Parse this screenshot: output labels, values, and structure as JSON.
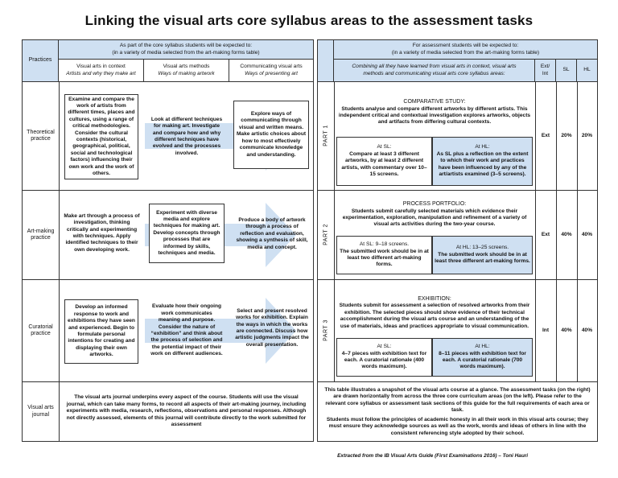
{
  "title": "Linking the visual arts core syllabus areas to the assessment tasks",
  "left_header": {
    "practices_label": "Practices",
    "intro": "As part of the core syllabus students will be expected to:\n(in a variety of media selected from the art-making forms table)",
    "columns": [
      {
        "title": "Visual arts in context",
        "subtitle": "Artists and why they make art"
      },
      {
        "title": "Visual arts methods",
        "subtitle": "Ways of making artwork"
      },
      {
        "title": "Communicating visual arts",
        "subtitle": "Ways of presenting art"
      }
    ]
  },
  "right_header": {
    "intro": "For assessment students will be expected to:\n(in a variety of media selected from the art-making forms table)",
    "combining": "Combining all they have learned from visual arts in context, visual arts methods and communicating visual arts core syllabus areas:",
    "ext_int": "Ext/\nInt",
    "sl": "SL",
    "hl": "HL"
  },
  "rows": [
    {
      "practice": "Theoretical practice",
      "context": "Examine and compare the work of artists from different times, places and cultures, using a range of critical methodologies. Consider the cultural contexts (historical, geographical, political, social and technological factors) influencing their own work and the work of others.",
      "methods": "Look at different techniques for making art. Investigate and compare how and why different techniques have evolved and the processes involved.",
      "communicating": "Explore ways of communicating through visual and written means. Make artistic choices about how to most effectively communicate knowledge and understanding.",
      "part": "PART 1",
      "task_title": "COMPARATIVE STUDY:",
      "task_desc": "Students analyse and compare different artworks by different artists. This independent critical and contextual investigation explores artworks, objects and artifacts from differing cultural contexts.",
      "sl_label": "At SL:",
      "sl_text": "Compare at least 3 different artworks, by at least 2 different artists, with commentary over 10–15 screens.",
      "hl_label": "At HL:",
      "hl_text": "As SL plus a reflection on the extent to which their work and practices have been influenced by any of the art/artists examined (3–5 screens).",
      "ext_int": "Ext",
      "sl_pct": "20%",
      "hl_pct": "20%"
    },
    {
      "practice": "Art-making practice",
      "context": "Make art through a process of investigation, thinking critically and experimenting with techniques. Apply identified techniques to their own developing work.",
      "methods": "Experiment with diverse media and explore techniques for making art. Develop concepts through processes that are informed by skills, techniques and media.",
      "communicating": "Produce a body of artwork through a process of reflection and evaluation, showing a synthesis of skill, media and concept.",
      "part": "PART 2",
      "task_title": "PROCESS PORTFOLIO:",
      "task_desc": "Students submit carefully selected materials which evidence their experimentation, exploration, manipulation and refinement of a variety of visual arts activities during the two-year course.",
      "sl_label": "At SL: 9–18 screens.",
      "sl_text": "The submitted work should be in at least two different art-making forms.",
      "hl_label": "At HL: 13–25 screens.",
      "hl_text": "The submitted work should be in at least three different art-making forms.",
      "ext_int": "Ext",
      "sl_pct": "40%",
      "hl_pct": "40%"
    },
    {
      "practice": "Curatorial practice",
      "context": "Develop an informed response to work and exhibitions they have seen and experienced. Begin to formulate personal intentions for creating and displaying their own artworks.",
      "methods": "Evaluate how their ongoing work communicates meaning and purpose. Consider the nature of “exhibition” and think about the process of selection and the potential impact of their work on different audiences.",
      "communicating": "Select and present resolved works for exhibition. Explain the ways in which the works are connected. Discuss how artistic judgments impact the overall presentation.",
      "part": "PART 3",
      "task_title": "EXHIBITION:",
      "task_desc": "Students submit for assessment a selection of resolved artworks from their exhibition. The selected pieces should show evidence of their technical accomplishment during the visual arts course and an understanding of the use of materials, ideas and practices appropriate to visual communication.",
      "sl_label": "At SL:",
      "sl_text": "4–7 pieces with exhibition text for each. A curatorial rationale (400 words maximum).",
      "hl_label": "At HL:",
      "hl_text": "8–11 pieces with exhibition text for each. A curatorial rationale (700 words maximum).",
      "ext_int": "Int",
      "sl_pct": "40%",
      "hl_pct": "40%"
    }
  ],
  "journal": {
    "label": "Visual arts journal",
    "text": "The visual arts journal underpins every aspect of the course. Students will use the visual journal, which can take many forms, to record all aspects of their art-making journey, including experiments with media, research, reflections, observations and personal responses. Although not directly assessed, elements of this journal will contribute directly to the work submitted for assessment",
    "note1": "This table illustrates a snapshot of the visual arts course at a glance. The assessment tasks (on the right) are drawn horizontally from across the three core curriculum areas (on the left). Please refer to the relevant core syllabus or assessment task sections of this guide for the full requirements of each area or task.",
    "note2": "Students must follow the principles of academic honesty in all their work in this visual arts course; they must ensure they acknowledge sources as well as the work, words and ideas of others in line with the consistent referencing style adopted by their school."
  },
  "footer": "Extracted from the IB Visual Arts Guide (First Examinations 2016) – Toni Hauri",
  "colors": {
    "header_fill": "#cfe0f2",
    "arrow_fill": "#cfe0f2",
    "border": "#333333"
  }
}
